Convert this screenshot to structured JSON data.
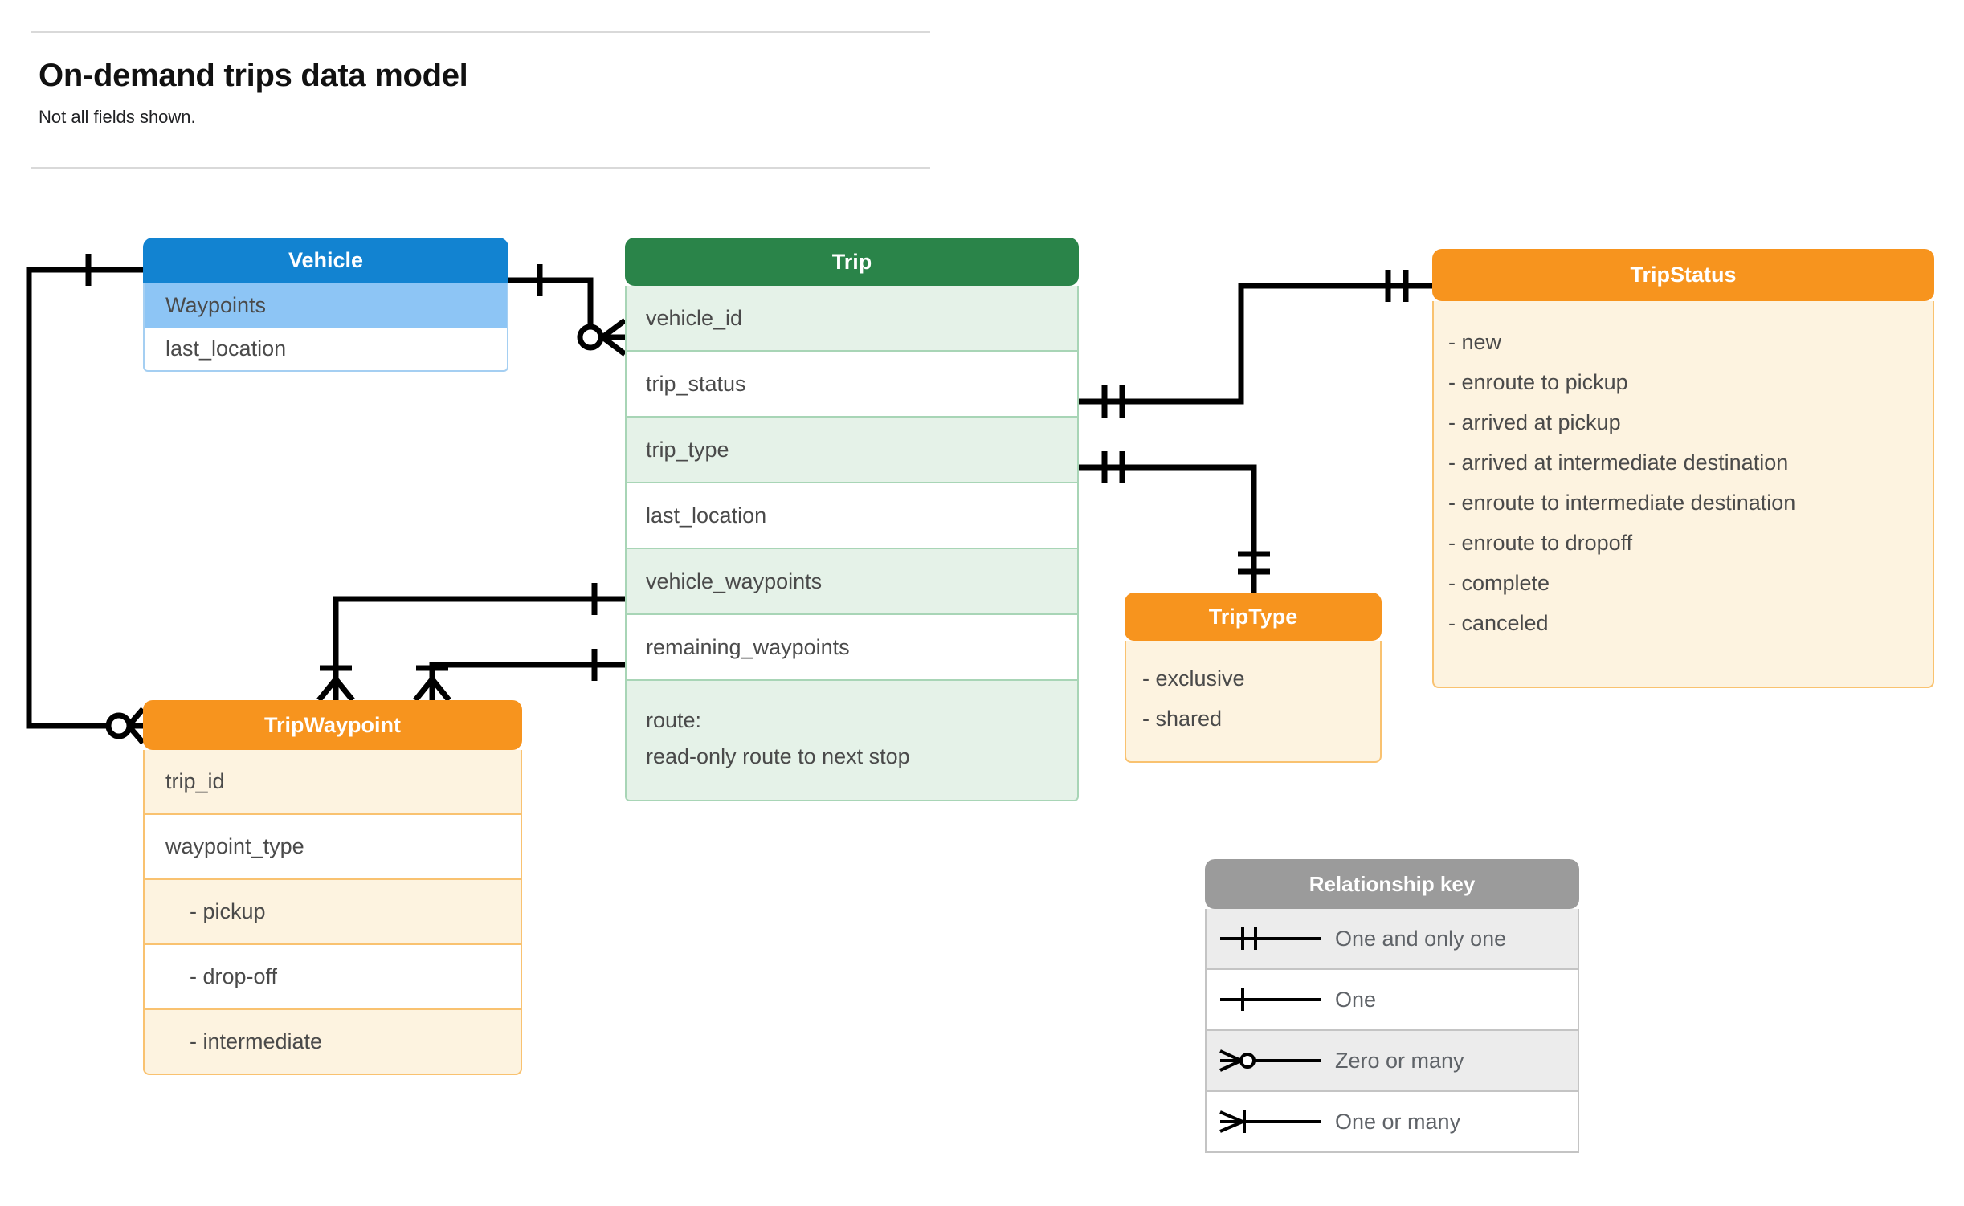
{
  "header": {
    "title": "On-demand trips data model",
    "subtitle": "Not all fields shown."
  },
  "entities": {
    "vehicle": {
      "name": "Vehicle",
      "header_color": "#1283d1",
      "rows": [
        {
          "label": "Waypoints"
        },
        {
          "label": "last_location"
        }
      ]
    },
    "trip": {
      "name": "Trip",
      "header_color": "#2a8449",
      "rows": [
        {
          "label": "vehicle_id"
        },
        {
          "label": "trip_status"
        },
        {
          "label": "trip_type"
        },
        {
          "label": "last_location"
        },
        {
          "label": "vehicle_waypoints"
        },
        {
          "label": "remaining_waypoints"
        },
        {
          "label": "route:",
          "label2": "read-only route to next stop"
        }
      ]
    },
    "trip_status": {
      "name": "TripStatus",
      "header_color": "#f7941e",
      "items": [
        "- new",
        "- enroute to pickup",
        "- arrived at pickup",
        "- arrived at intermediate destination",
        "- enroute to intermediate destination",
        "- enroute to dropoff",
        "- complete",
        "- canceled"
      ]
    },
    "trip_type": {
      "name": "TripType",
      "header_color": "#f7941e",
      "items": [
        "- exclusive",
        "- shared"
      ]
    },
    "trip_waypoint": {
      "name": "TripWaypoint",
      "header_color": "#f7941e",
      "rows": [
        {
          "label": "trip_id"
        },
        {
          "label": "waypoint_type"
        },
        {
          "label": "-  pickup"
        },
        {
          "label": "-  drop-off"
        },
        {
          "label": "-  intermediate"
        }
      ]
    }
  },
  "legend": {
    "title": "Relationship key",
    "header_color": "#9b9b9b",
    "rows": [
      {
        "symbol": "one-and-only-one-icon",
        "label": "One and only one"
      },
      {
        "symbol": "one-icon",
        "label": "One"
      },
      {
        "symbol": "zero-or-many-icon",
        "label": "Zero or many"
      },
      {
        "symbol": "one-or-many-icon",
        "label": "One or many"
      }
    ]
  },
  "relationships": [
    {
      "from": "Vehicle",
      "from_field": "Vehicle",
      "from_card": "one",
      "to": "Trip",
      "to_field": "vehicle_id",
      "to_card": "zero or many"
    },
    {
      "from": "Vehicle",
      "from_field": "Waypoints",
      "from_card": "one",
      "to": "TripWaypoint",
      "to_field": "TripWaypoint",
      "to_card": "zero or many"
    },
    {
      "from": "Trip",
      "from_field": "trip_status",
      "from_card": "one and only one",
      "to": "TripStatus",
      "to_field": "TripStatus",
      "to_card": "one and only one"
    },
    {
      "from": "Trip",
      "from_field": "trip_type",
      "from_card": "one and only one",
      "to": "TripType",
      "to_field": "TripType",
      "to_card": "one and only one"
    },
    {
      "from": "Trip",
      "from_field": "vehicle_waypoints",
      "from_card": "one",
      "to": "TripWaypoint",
      "to_field": "TripWaypoint",
      "to_card": "one or many"
    },
    {
      "from": "Trip",
      "from_field": "remaining_waypoints",
      "from_card": "one",
      "to": "TripWaypoint",
      "to_field": "TripWaypoint",
      "to_card": "one or many"
    }
  ]
}
